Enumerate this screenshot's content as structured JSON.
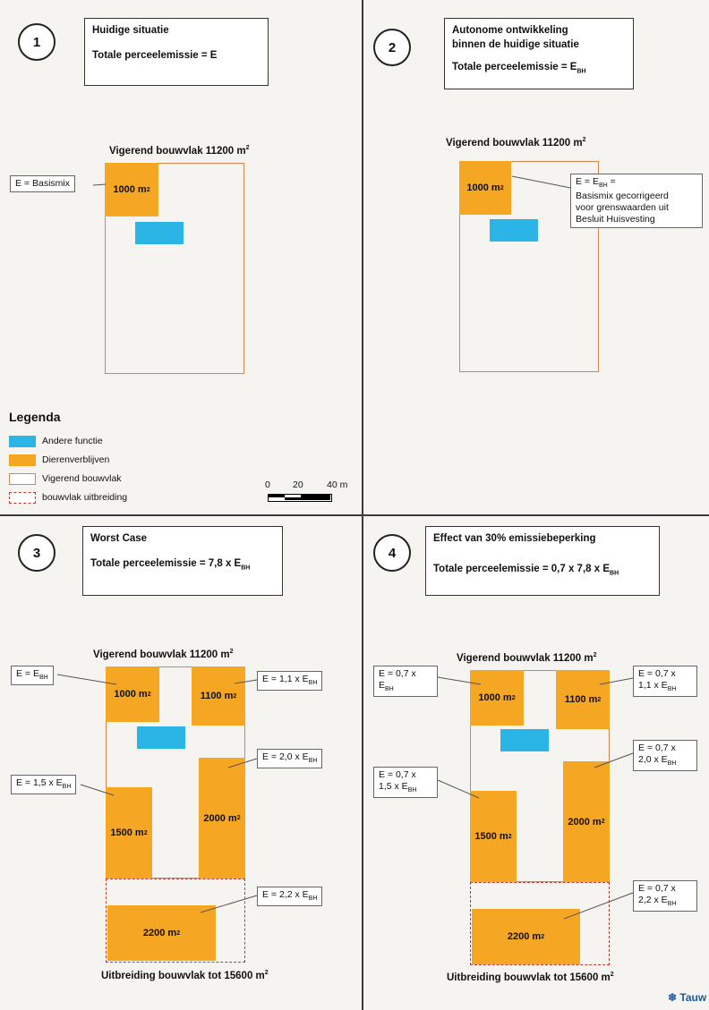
{
  "panels": {
    "p1": {
      "number": "1",
      "title": "Huidige situatie",
      "emission": "Totale perceelemissie = E",
      "plot_label": "Vigerend bouwvlak 11200",
      "barns": [
        {
          "area": "1000",
          "unit": "m"
        }
      ],
      "callouts": [
        {
          "text": "E = Basismix"
        }
      ]
    },
    "p2": {
      "number": "2",
      "title_line1": "Autonome ontwikkeling",
      "title_line2": "binnen de huidige situatie",
      "emission": "Totale perceelemissie = E",
      "emission_sub": "BH",
      "plot_label": "Vigerend bouwvlak 11200",
      "barns": [
        {
          "area": "1000",
          "unit": "m"
        }
      ],
      "callouts": [
        {
          "line1": "E = E",
          "line1_sub": "BH",
          "line1_end": " =",
          "line2": "Basismix gecorrigeerd",
          "line3": "voor grenswaarden uit",
          "line4": "Besluit Huisvesting"
        }
      ]
    },
    "p3": {
      "number": "3",
      "title": "Worst Case",
      "emission": "Totale perceelemissie = 7,8 x E",
      "emission_sub": "BH",
      "plot_label": "Vigerend bouwvlak 11200",
      "expansion_label": "Uitbreiding bouwvlak tot 15600",
      "barns": [
        {
          "area": "1000",
          "unit": "m"
        },
        {
          "area": "1100",
          "unit": "m"
        },
        {
          "area": "1500",
          "unit": "m"
        },
        {
          "area": "2000",
          "unit": "m"
        },
        {
          "area": "2200",
          "unit": "m"
        }
      ],
      "callouts": [
        {
          "text": "E = E",
          "sub": "BH"
        },
        {
          "text": "E = 1,1 x E",
          "sub": "BH"
        },
        {
          "text": "E = 1,5 x E",
          "sub": "BH"
        },
        {
          "text": "E = 2,0 x E",
          "sub": "BH"
        },
        {
          "text": "E = 2,2 x E",
          "sub": "BH"
        }
      ]
    },
    "p4": {
      "number": "4",
      "title": "Effect van 30% emissiebeperking",
      "emission": "Totale perceelemissie = 0,7 x 7,8 x E",
      "emission_sub": "BH",
      "plot_label": "Vigerend bouwvlak 11200",
      "expansion_label": "Uitbreiding bouwvlak tot 15600",
      "barns": [
        {
          "area": "1000",
          "unit": "m"
        },
        {
          "area": "1100",
          "unit": "m"
        },
        {
          "area": "1500",
          "unit": "m"
        },
        {
          "area": "2000",
          "unit": "m"
        },
        {
          "area": "2200",
          "unit": "m"
        }
      ],
      "callouts": [
        {
          "line1": "E = 0,7 x",
          "line2": "E",
          "line2_sub": "BH"
        },
        {
          "line1": "E = 0,7 x",
          "line2": "1,1 x E",
          "line2_sub": "BH"
        },
        {
          "line1": "E = 0,7 x",
          "line2": "1,5 x E",
          "line2_sub": "BH"
        },
        {
          "line1": "E = 0,7 x",
          "line2": "2,0 x E",
          "line2_sub": "BH"
        },
        {
          "line1": "E = 0,7 x",
          "line2": "2,2 x E",
          "line2_sub": "BH"
        }
      ]
    }
  },
  "units": {
    "sq": "2"
  },
  "legend": {
    "title": "Legenda",
    "items": [
      {
        "label": "Andere functie",
        "color": "#2bb5e6"
      },
      {
        "label": "Dierenverblijven",
        "color": "#f5a623"
      },
      {
        "label": "Vigerend bouwvlak",
        "color": "#d9824a"
      },
      {
        "label": "bouwvlak uitbreiding",
        "color": "#c0392b"
      }
    ]
  },
  "scale": {
    "t0": "0",
    "t1": "20",
    "t2": "40 m"
  },
  "logo": {
    "text": "Tauw"
  }
}
